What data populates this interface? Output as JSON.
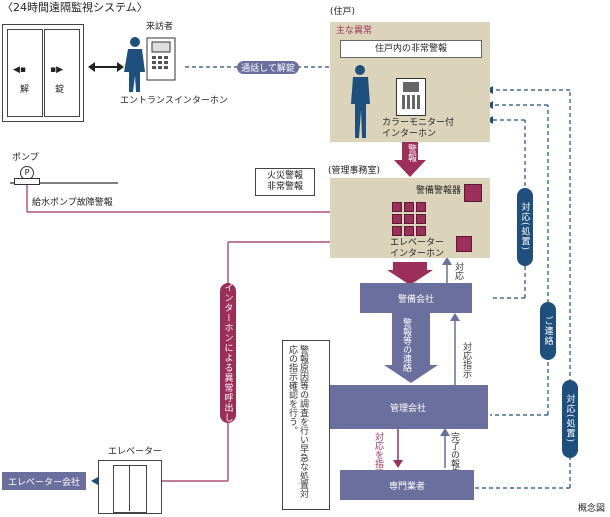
{
  "title": "〈24時間遠隔監視システム〉",
  "door": {
    "left_label": "解",
    "right_label": "錠"
  },
  "visitor": {
    "label": "来訪者"
  },
  "entrance_intercom": {
    "label": "エントランスインターホン"
  },
  "call_unlock": {
    "label": "通話して解錠"
  },
  "residence": {
    "heading": "(住戸)",
    "main_alarm_label": "主な異常",
    "alarm_box_label": "住戸内の非常警報",
    "monitor_label": "カラーモニター付\nインターホン"
  },
  "alarm_arrow_1": {
    "label": "警報"
  },
  "fire_alarm_note": {
    "label": "火災警報\n非常警報"
  },
  "office": {
    "heading": "(管理事務室)",
    "security_alarm_label": "警備警報器",
    "elevator_intercom_label": "エレベーター\nインターホン"
  },
  "pump": {
    "label": "ポンプ",
    "symbol": "P"
  },
  "pump_fault": {
    "label": "給水ポンプ故障警報"
  },
  "security_company": {
    "label": "警備会社"
  },
  "alarm_arrow_2": {
    "label": "警報等の連絡"
  },
  "respond_1": {
    "label": "対応"
  },
  "respond_instruction": {
    "label": "対応指示"
  },
  "management_company": {
    "label": "管理会社"
  },
  "specialist": {
    "label": "専門業者"
  },
  "respond_instruct": {
    "label": "対応を指示"
  },
  "completion_report": {
    "label": "完了の報告"
  },
  "note_box": {
    "label": "警報原因等の調査を行い早急な処置対応の指示確認を行う。"
  },
  "rose_pill": {
    "label": "インターホンによる異常呼出し"
  },
  "pill_1": {
    "label": "対応(処置)"
  },
  "pill_2": {
    "label": "ご連絡"
  },
  "pill_3": {
    "label": "対応(処置)"
  },
  "elevator": {
    "label": "エレベーター"
  },
  "elevator_company": {
    "label": "エレベーター会社"
  },
  "concept": {
    "label": "概念図"
  },
  "colors": {
    "navy": "#1f4f7d",
    "slate": "#6b6f9e",
    "rose": "#9c2f5a",
    "tan": "#dcd3bb"
  }
}
